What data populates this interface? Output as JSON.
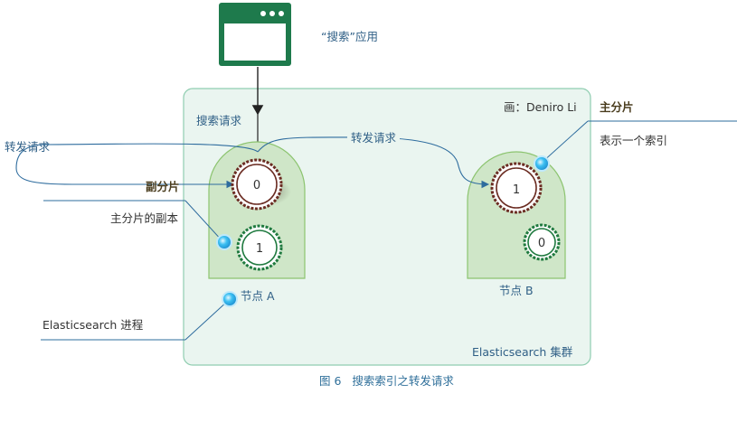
{
  "app": {
    "label": "“搜索”应用",
    "icon": "browser-window-icon"
  },
  "cluster": {
    "label": "Elasticsearch 集群",
    "credit": "画：Deniro Li"
  },
  "flow": {
    "search_request": "搜索请求",
    "forward_request_left": "转发请求",
    "forward_request_mid": "转发请求"
  },
  "nodes": [
    {
      "label": "节点 A",
      "primary_shard": "0",
      "replica_shard": "1"
    },
    {
      "label": "节点 B",
      "primary_shard": "1",
      "replica_shard": "0"
    }
  ],
  "legend": {
    "primary_title": "主分片",
    "primary_desc": "表示一个索引",
    "replica_title": "副分片",
    "replica_desc": "主分片的副本",
    "process": "Elasticsearch 进程"
  },
  "caption": "图 6   搜索索引之转发请求",
  "colors": {
    "window_green": "#1e7a4c",
    "cluster_fill": "#eaf5f0",
    "cluster_border": "#8fcdb0",
    "node_fill": "#cfe6c8",
    "node_border": "#8cc46f",
    "primary_ring": "#6b2c22",
    "replica_ring": "#1f7a3f",
    "line_blue": "#2e6c9e",
    "dot_blue": "#2ab0ea"
  }
}
